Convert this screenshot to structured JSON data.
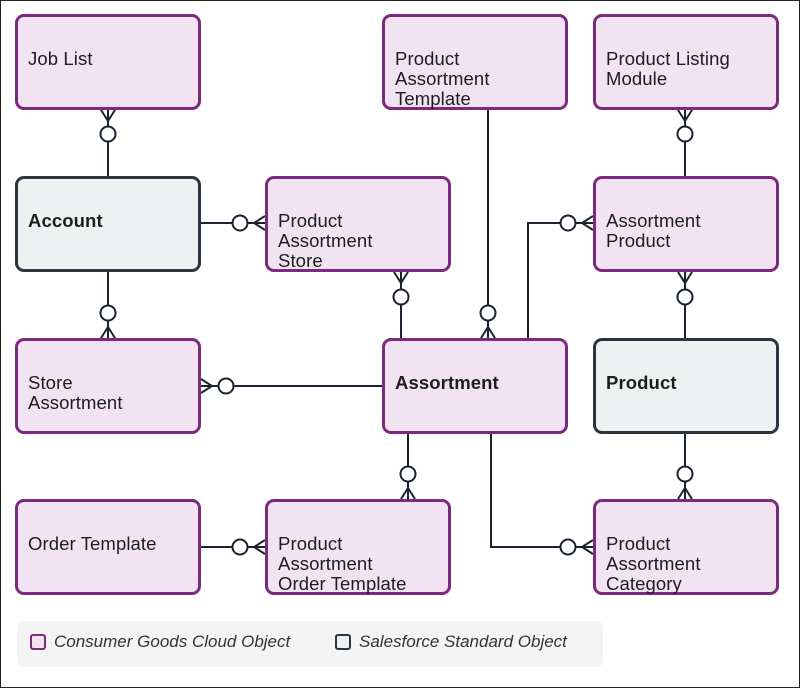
{
  "entities": {
    "job_list": "Job List",
    "product_assortment_template": "Product\nAssortment\nTemplate",
    "product_listing_module": "Product Listing\nModule",
    "account": "Account",
    "product_assortment_store": "Product\nAssortment\nStore",
    "assortment_product": "Assortment\nProduct",
    "store_assortment": "Store\nAssortment",
    "assortment": "Assortment",
    "product": "Product",
    "order_template": "Order Template",
    "product_assortment_order_template": "Product\nAssortment\nOrder Template",
    "product_assortment_category": "Product\nAssortment\nCategory"
  },
  "legend": {
    "consumer_goods": "Consumer Goods Cloud Object",
    "salesforce_standard": "Salesforce Standard Object"
  },
  "colors": {
    "consumer_goods_border": "#7b2a7e",
    "consumer_goods_fill": "#f1e3f1",
    "standard_border": "#2c3440",
    "standard_fill": "#eef1f2",
    "connector": "#1b2230"
  }
}
